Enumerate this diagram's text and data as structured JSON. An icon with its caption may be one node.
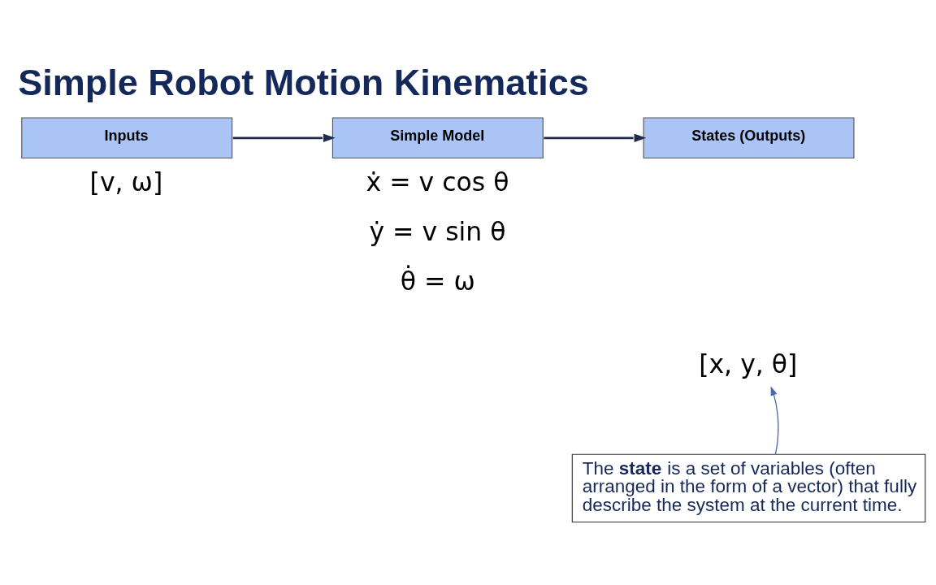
{
  "diagram": {
    "title": "Simple Robot Motion Kinematics",
    "nodes": [
      {
        "text": [
          "Inputs"
        ],
        "beside": [
          "[v, ω]"
        ]
      },
      {
        "text": [
          "Simple Model"
        ],
        "beside": [
          "ẋ = v cos θ",
          "ẏ = v sin θ",
          "θ̇ = ω"
        ]
      },
      {
        "text": [
          "States (Outputs)"
        ]
      },
      {
        "text": [
          "[x, y, θ]"
        ]
      },
      {
        "text": [
          "The **state** is a set of variables (often arranged in the form of a vector) that fully describe the system at the current time."
        ]
      }
    ],
    "edges": [
      {
        "from": 0,
        "to": 1,
        "arrow": "to"
      },
      {
        "from": 1,
        "to": 2,
        "arrow": "to"
      },
      {
        "from": 4,
        "to": 3,
        "arrow": "to",
        "color": "#4a6bb0"
      }
    ]
  }
}
